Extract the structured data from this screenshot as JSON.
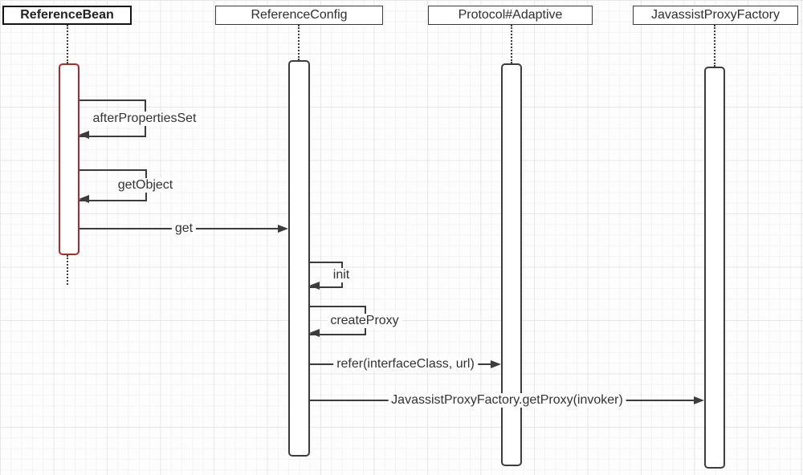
{
  "diagram": {
    "type": "uml-sequence",
    "actors": [
      {
        "name": "ReferenceBean",
        "emphasized": true,
        "activation_border": "#b02828"
      },
      {
        "name": "ReferenceConfig",
        "emphasized": false,
        "activation_border": "#3c3c3c"
      },
      {
        "name": "Protocol#Adaptive",
        "emphasized": false,
        "activation_border": "#3c3c3c"
      },
      {
        "name": "JavassistProxyFactory",
        "emphasized": false,
        "activation_border": "#3c3c3c"
      }
    ],
    "messages": [
      {
        "label": "afterPropertiesSet",
        "type": "self",
        "actor": "ReferenceBean"
      },
      {
        "label": "getObject",
        "type": "self",
        "actor": "ReferenceBean"
      },
      {
        "label": "get",
        "type": "call",
        "from": "ReferenceBean",
        "to": "ReferenceConfig"
      },
      {
        "label": "init",
        "type": "self",
        "actor": "ReferenceConfig"
      },
      {
        "label": "createProxy",
        "type": "self",
        "actor": "ReferenceConfig"
      },
      {
        "label": "refer(interfaceClass, url)",
        "type": "call",
        "from": "ReferenceConfig",
        "to": "Protocol#Adaptive"
      },
      {
        "label": "JavassistProxyFactory.getProxy(invoker)",
        "type": "call",
        "from": "ReferenceConfig",
        "to": "JavassistProxyFactory"
      }
    ],
    "colors": {
      "line": "#3c3c3c",
      "highlight_red": "#b02828",
      "text": "#333333",
      "grid_minor": "#f3f3f3",
      "grid_major": "#e7e7e7"
    }
  }
}
